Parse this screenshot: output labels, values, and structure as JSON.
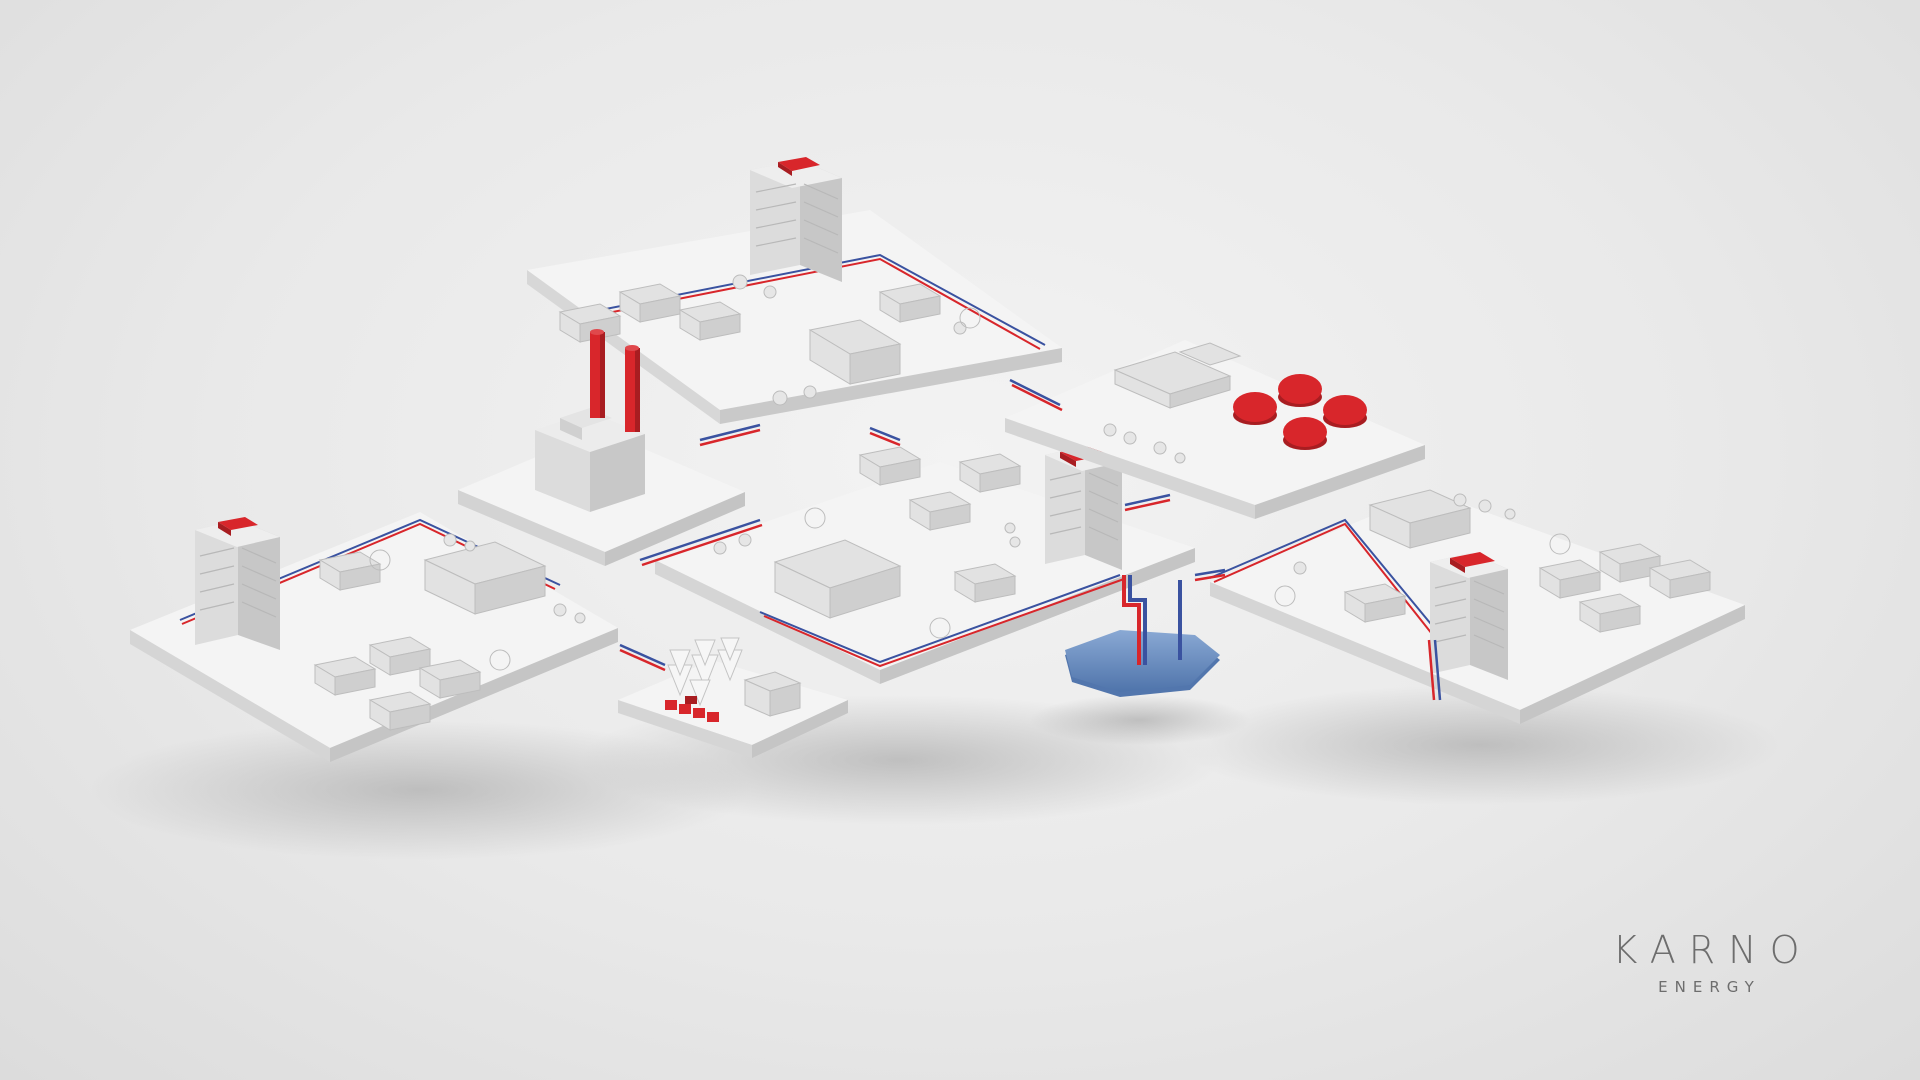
{
  "brand": {
    "name": "KARNO",
    "tagline": "ENERGY"
  },
  "colors": {
    "accent_red": "#d8262b",
    "pipe_blue": "#3a52a0",
    "lake_blue": "#6f93c4",
    "tile_top": "#f1f1f1",
    "building": "#e4e4e4"
  },
  "scene": {
    "tiles": [
      {
        "id": "north-residential-district"
      },
      {
        "id": "power-plant-block"
      },
      {
        "id": "west-residential-district"
      },
      {
        "id": "central-district"
      },
      {
        "id": "industrial-tank-farm"
      },
      {
        "id": "east-residential-district"
      },
      {
        "id": "forest-warehouse-block"
      },
      {
        "id": "geothermal-lake"
      }
    ]
  }
}
